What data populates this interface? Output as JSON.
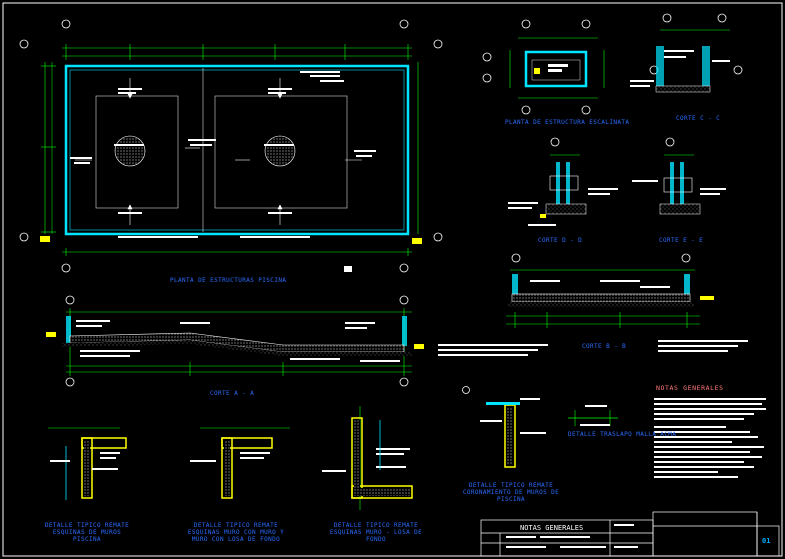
{
  "drawing": {
    "background_color": "#000000",
    "colors": {
      "wall": "#00e5ff",
      "dimension": "#00ff00",
      "annotation": "#ffffff",
      "caption": "#2a6cff",
      "slab": "#cccccc",
      "grid_bubble": "#ffffff",
      "notes_title": "#ff7777"
    }
  },
  "captions": {
    "planta_piscina": "PLANTA DE ESTRUCTURAS PISCINA",
    "planta_escalinata": "PLANTA DE ESTRUCTURA ESCALINATA",
    "corte_c": "CORTE C - C",
    "corte_d": "CORTE D - D",
    "corte_e": "CORTE E - E",
    "corte_a": "CORTE A - A",
    "corte_b": "CORTE B - B",
    "detalle_traslapo": "DETALLE TRASLAPO MALLA ACMA",
    "detalle_coronamiento": "DETALLE TIPICO REMATE CORONAMIENTO DE MUROS DE PISCINA",
    "detalle_esquinas_1": "DETALLE TIPICO REMATE ESQUINAS DE MUROS PISCINA",
    "detalle_esquinas_2": "DETALLE TIPICO REMATE ESQUINAS MURO CON MURO Y MURO CON LOSA DE FONDO",
    "detalle_esquinas_3": "DETALLE TIPICO REMATE ESQUINAS MURO - LOSA DE FONDO"
  },
  "notes": {
    "title": "NOTAS GENERALES"
  },
  "title_block": {
    "title": "NOTAS GENERALES",
    "sheet_number": "01"
  }
}
